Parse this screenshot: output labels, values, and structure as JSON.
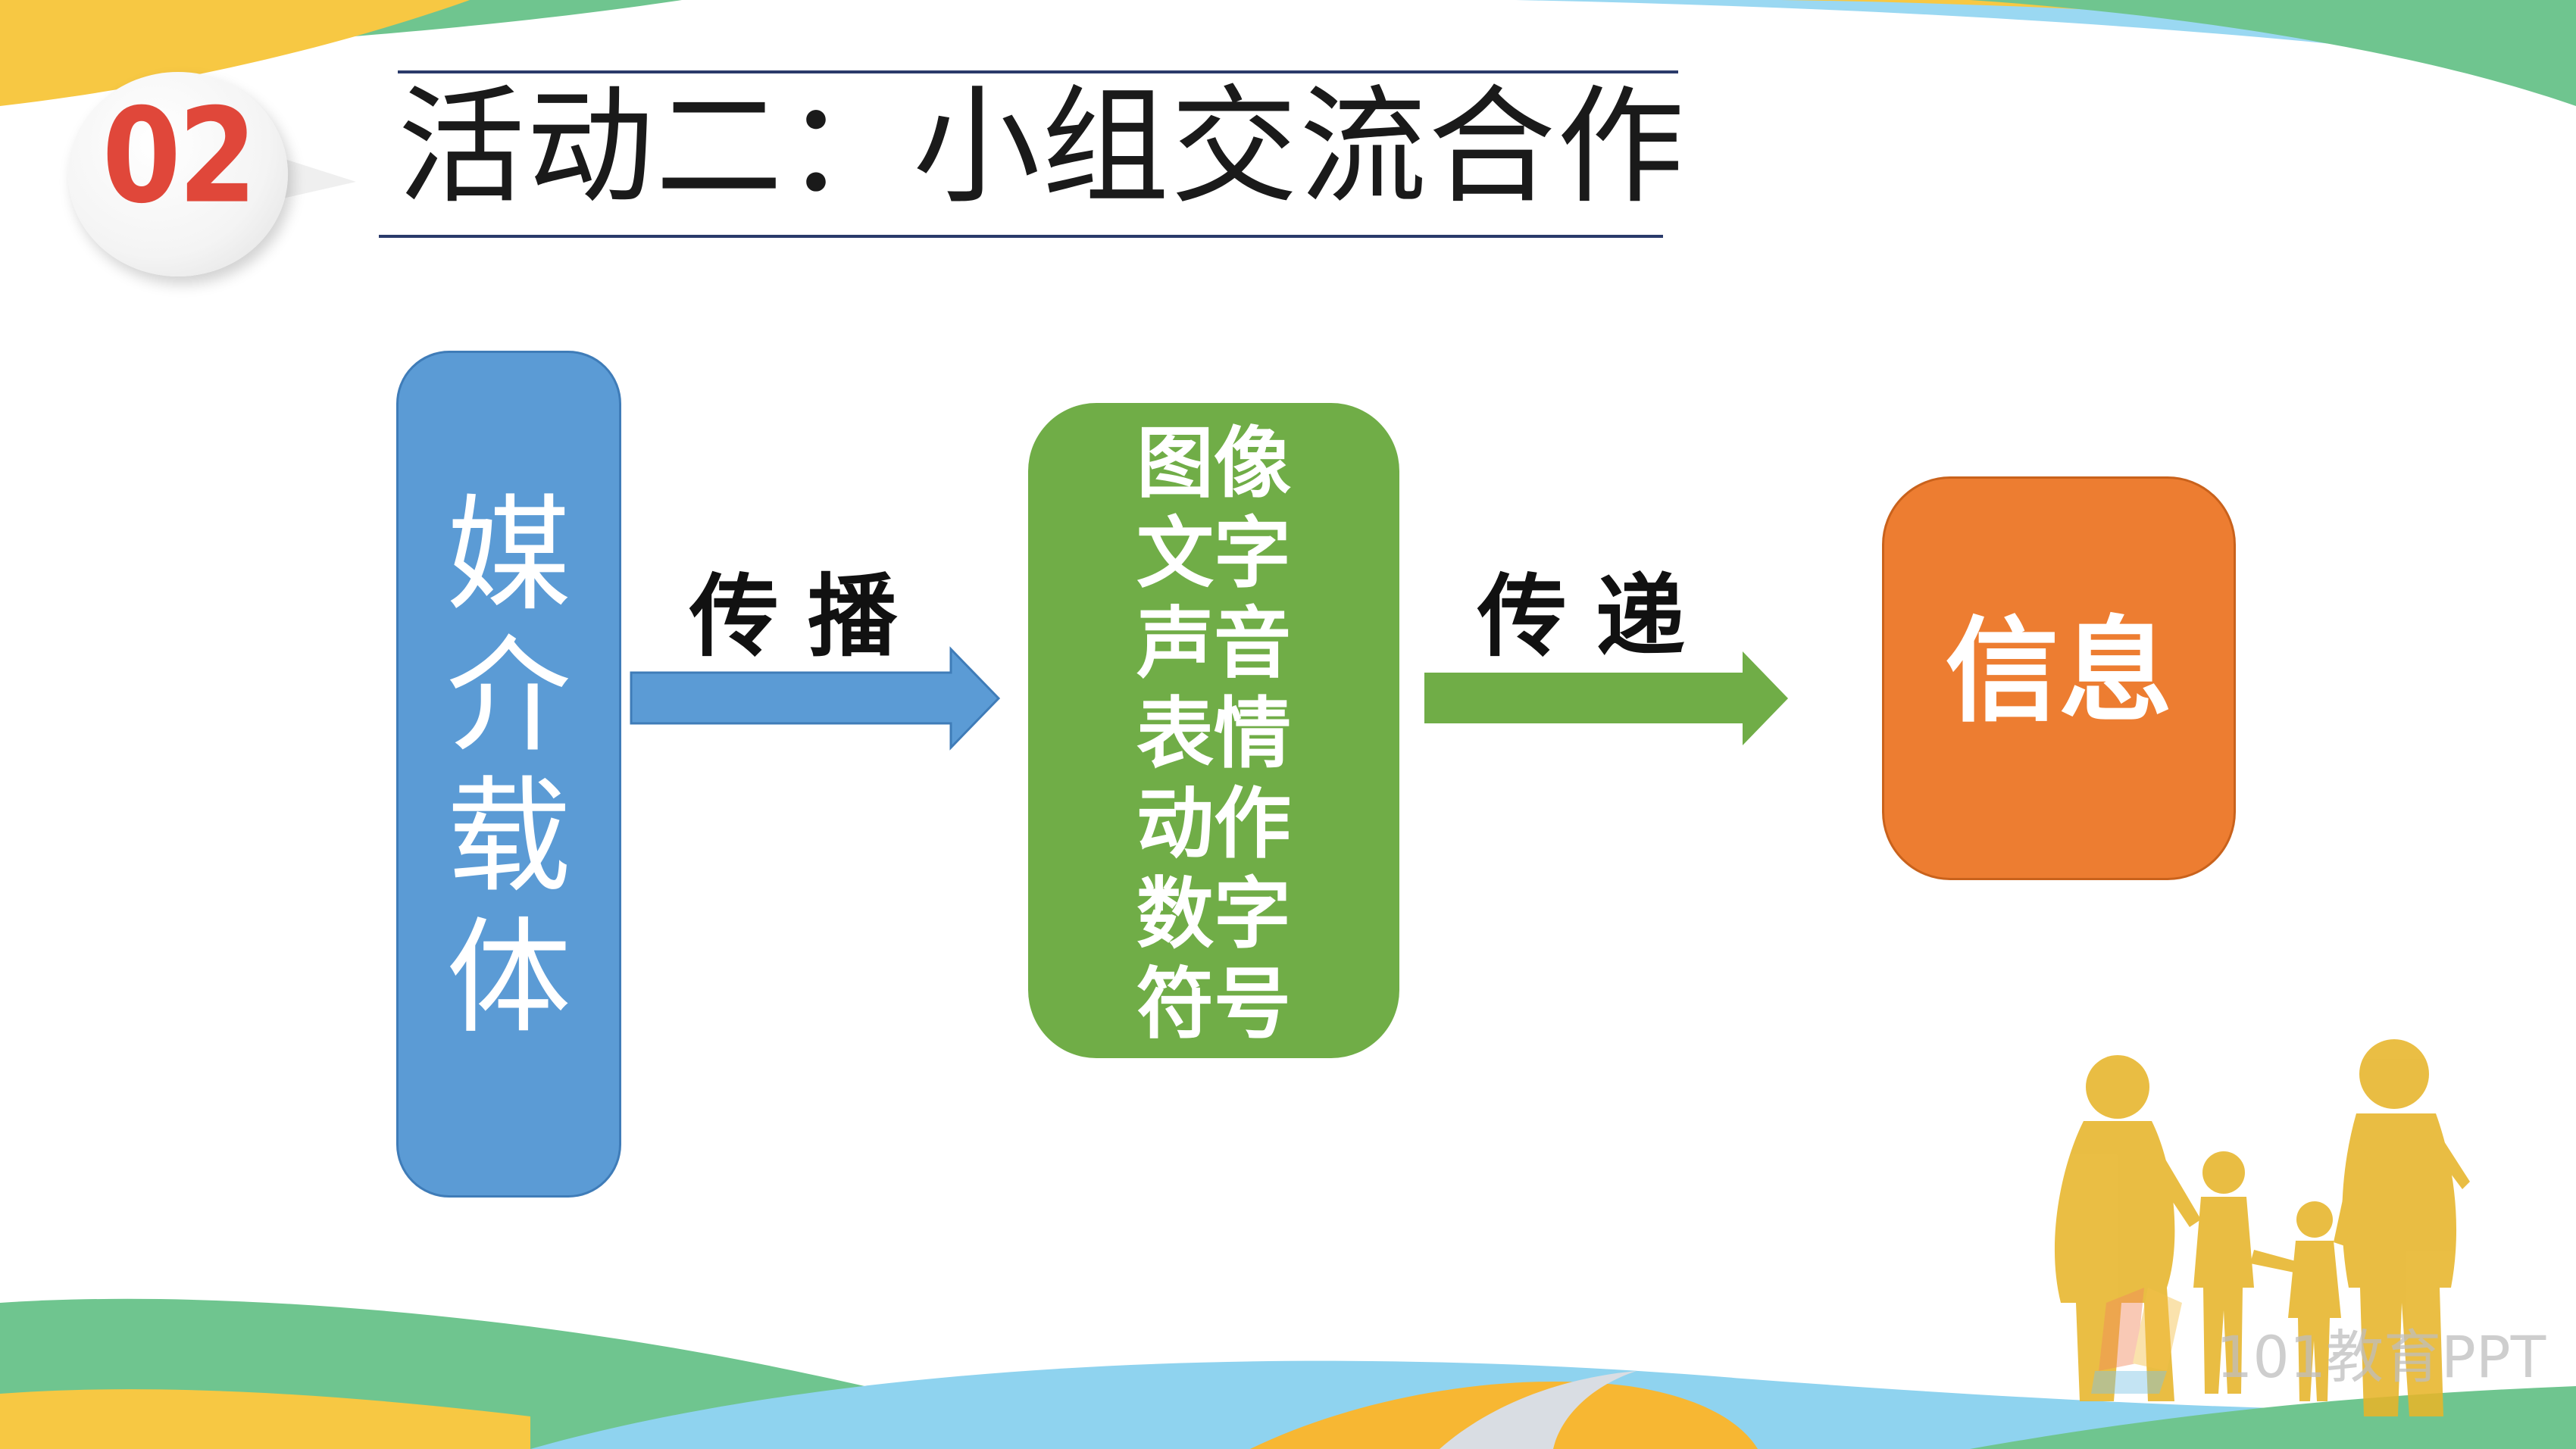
{
  "slide": {
    "badge_number": "02",
    "title": "活动二：小组交流合作"
  },
  "diagram": {
    "media_box": {
      "chars": [
        "媒",
        "介",
        "载",
        "体"
      ]
    },
    "arrow1_label": "传播",
    "forms_box": {
      "lines": [
        "图像",
        "文字",
        "声音",
        "表情",
        "动作",
        "数字",
        "符号"
      ]
    },
    "arrow2_label": "传递",
    "info_box": {
      "label": "信息"
    }
  },
  "watermark": "101教育PPT",
  "colors": {
    "media_box": "#5b9bd5",
    "forms_box": "#70ad47",
    "info_box": "#ed7d31",
    "badge_number": "#e0473a",
    "accent_yellow": "#f7c843",
    "accent_green": "#5cc08a",
    "accent_blue": "#8fd3ef"
  },
  "icons": [
    "family-silhouette-icon",
    "speech-bubble-badge-icon"
  ]
}
